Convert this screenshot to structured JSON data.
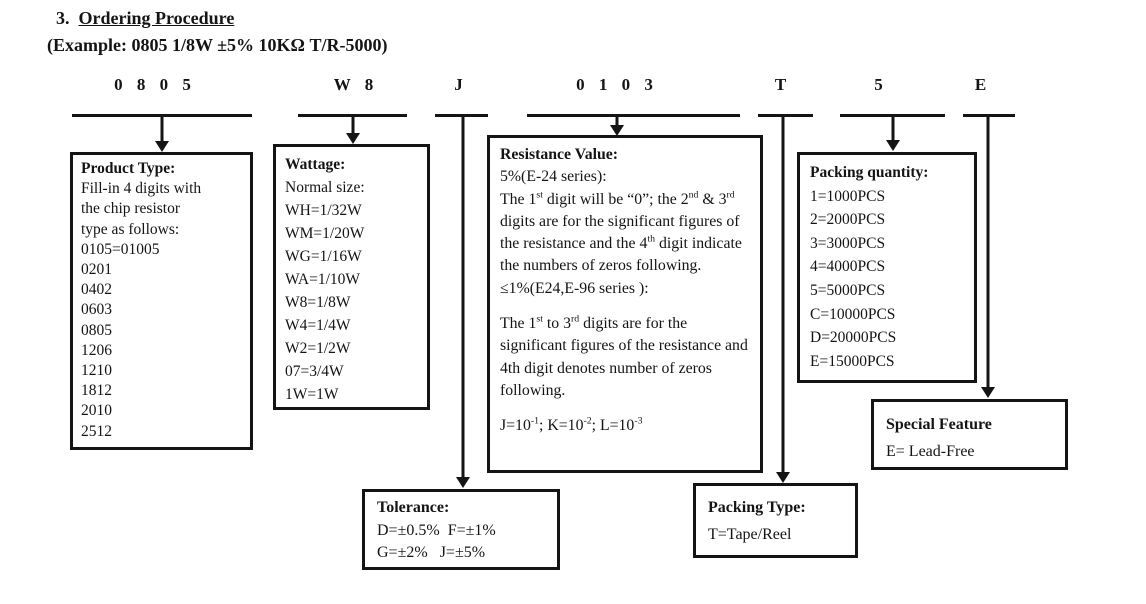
{
  "colors": {
    "ink": "#141414",
    "background": "#ffffff"
  },
  "title": {
    "number": "3.",
    "text": "Ordering Procedure"
  },
  "example": "(Example: 0805 1/8W ±5% 10KΩ T/R-5000)",
  "codes": [
    "0 8 0 5",
    "W 8",
    "J",
    "0 1 0 3",
    "T",
    "5",
    "E"
  ],
  "boxes": {
    "product_type": {
      "heading": "Product Type:",
      "lines": [
        "Fill-in 4 digits with",
        "the chip resistor",
        "type as follows:",
        "0105=01005",
        "0201",
        "0402",
        "0603",
        "0805",
        "1206",
        "1210",
        "1812",
        "2010",
        "2512"
      ]
    },
    "wattage": {
      "heading": "Wattage:",
      "lines": [
        "Normal size:",
        "WH=1/32W",
        "WM=1/20W",
        "WG=1/16W",
        "WA=1/10W",
        "W8=1/8W",
        "W4=1/4W",
        "W2=1/2W",
        "07=3/4W",
        "1W=1W"
      ]
    },
    "resistance_value": {
      "heading": "Resistance Value:",
      "line1": "5%(E-24 series):",
      "p1": [
        {
          "t": "The 1"
        },
        {
          "sup": "st"
        },
        {
          "t": " digit will be “0”; the 2"
        },
        {
          "sup": "nd"
        },
        {
          "t": " & 3"
        },
        {
          "sup": "rd"
        },
        {
          "t": " digits are for the significant figures of the resistance and the 4"
        },
        {
          "sup": "th"
        },
        {
          "t": " digit indicate the numbers of zeros following."
        }
      ],
      "line2": "≤1%(E24,E-96 series ):",
      "p2": [
        {
          "t": "The 1"
        },
        {
          "sup": "st"
        },
        {
          "t": " to 3"
        },
        {
          "sup": "rd"
        },
        {
          "t": " digits are for the significant figures of the resistance and 4th digit denotes number of zeros following."
        }
      ],
      "p3": [
        {
          "t": "J=10"
        },
        {
          "sup": "-1"
        },
        {
          "t": "; K=10"
        },
        {
          "sup": "-2"
        },
        {
          "t": "; L=10"
        },
        {
          "sup": "-3"
        }
      ]
    },
    "packing_quantity": {
      "heading": "Packing quantity:",
      "lines": [
        "1=1000PCS",
        "2=2000PCS",
        "3=3000PCS",
        "4=4000PCS",
        "5=5000PCS",
        "C=10000PCS",
        "D=20000PCS",
        "E=15000PCS"
      ]
    },
    "special_feature": {
      "heading": "Special Feature",
      "line": "E= Lead-Free"
    },
    "tolerance": {
      "heading": "Tolerance:",
      "lines": [
        "D=±0.5%  F=±1%",
        "G=±2%   J=±5%"
      ]
    },
    "packing_type": {
      "heading": "Packing Type:",
      "line": "T=Tape/Reel"
    }
  }
}
